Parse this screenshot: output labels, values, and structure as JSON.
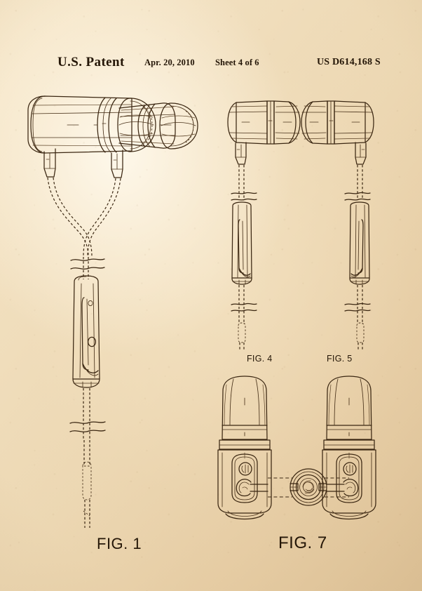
{
  "document": {
    "kind": "design-patent-drawing-sheet",
    "background_color": "#f0dcb8",
    "ink_color": "#3b2712"
  },
  "header": {
    "office": "U.S. Patent",
    "date": "Apr. 20, 2010",
    "sheet": "Sheet 4 of 6",
    "patent_number": "US D614,168 S"
  },
  "figures": [
    {
      "id": "fig1",
      "label": "FIG. 1",
      "description": "Perspective view of a pair of earphones with inline remote control and Y-split cable"
    },
    {
      "id": "fig4",
      "label": "FIG. 4",
      "description": "Side elevation view of the right earphone with cable and inline remote"
    },
    {
      "id": "fig5",
      "label": "FIG. 5",
      "description": "Opposite side elevation view of the earphone with cable and inline remote"
    },
    {
      "id": "fig7",
      "label": "FIG. 7",
      "description": "Two earphone housings shown with magnetic disc connector between them, joined by broken assembly lines"
    }
  ]
}
